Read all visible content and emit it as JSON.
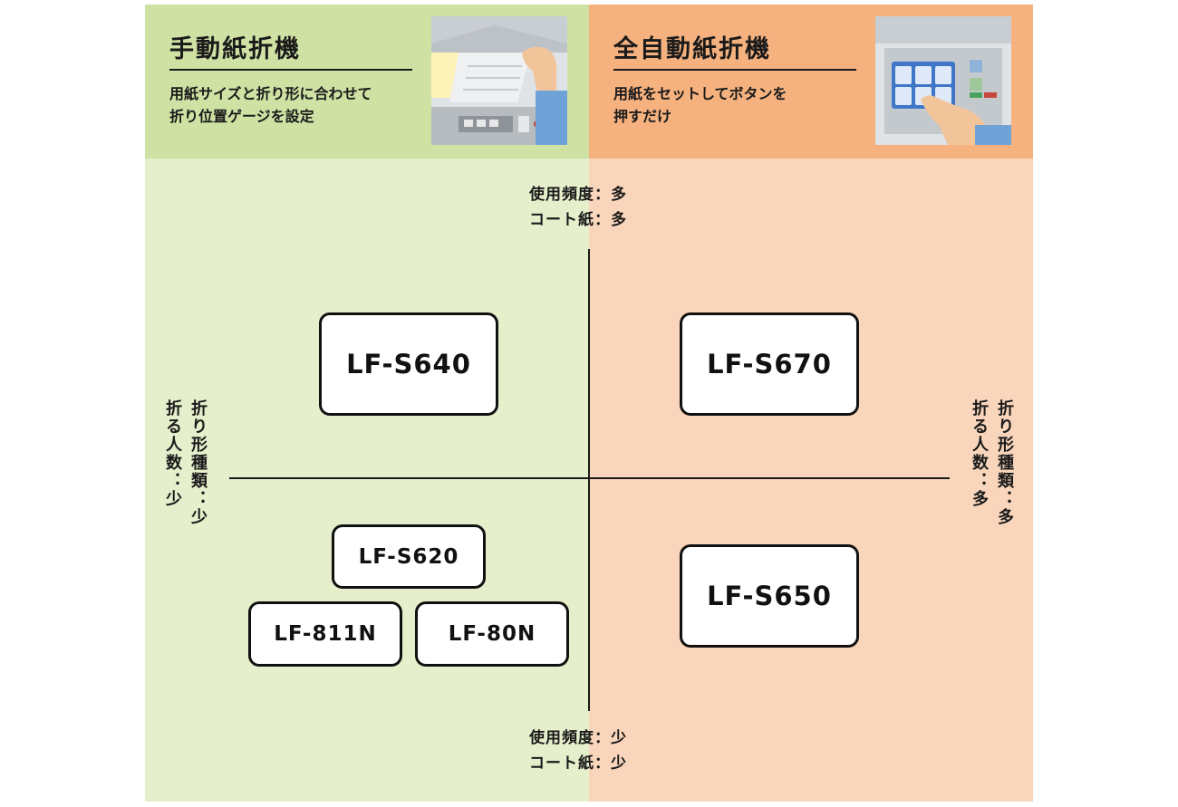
{
  "manual": {
    "title": "手動紙折機",
    "description": "用紙サイズと折り形に合わせて\n折り位置ゲージを設定",
    "color": "#cfe2a4"
  },
  "automatic": {
    "title": "全自動紙折機",
    "description": "用紙をセットしてボタンを\n押すだけ",
    "color": "#f5b27f"
  },
  "axes": {
    "top": "使用頻度：多\nコート紙：多",
    "bottom": "使用頻度：少\nコート紙：少",
    "left": "折り形種類：少\n折る人数：少",
    "right": "折り形種類：多\n折る人数：多"
  },
  "models": {
    "s640": "LF-S640",
    "s670": "LF-S670",
    "s620": "LF-S620",
    "m811n": "LF-811N",
    "m80n": "LF-80N",
    "s650": "LF-S650"
  }
}
